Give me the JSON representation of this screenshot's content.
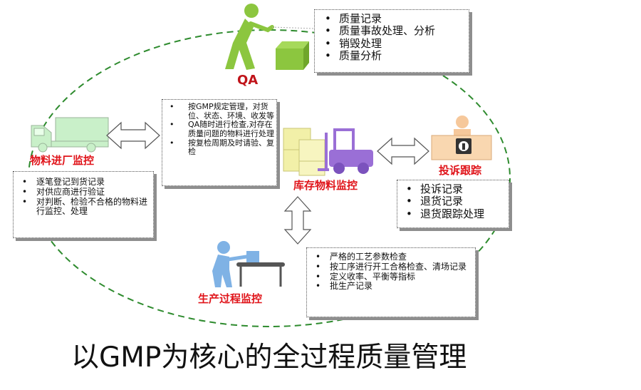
{
  "qa": {
    "label": "QA",
    "items": [
      "质量记录",
      "质量事故处理、分析",
      "销毁处理",
      "质量分析"
    ]
  },
  "incoming": {
    "label": "物料进厂监控",
    "items": [
      "逐笔登记到货记录",
      "对供应商进行验证",
      "对判断、检验不合格的物料进行监控、处理"
    ]
  },
  "storage": {
    "label": "库存物料监控",
    "items": [
      "按GMP规定管理，对货位、状态、环境、收发等",
      "QA随时进行检查,对存在质量问题的物料进行处理",
      "按复检周期及时请验、复检"
    ]
  },
  "complaint": {
    "label": "投诉跟踪",
    "items": [
      "投诉记录",
      "退货记录",
      "退货跟踪处理"
    ]
  },
  "production": {
    "label": "生产过程监控",
    "items": [
      "严格的工艺参数检查",
      "按工序进行开工合格检查、清场记录",
      "定义收率、平衡等指标",
      "批生产记录"
    ]
  },
  "title": "以GMP为核心的全过程质量管理",
  "colors": {
    "accent_red": "#e0141a",
    "figure_green": "#8cc63f",
    "truck_green": "#c9f0c9",
    "forklift_purple": "#9a6fd6",
    "worker_blue": "#7fb2e5",
    "ellipse_green": "#2e8b2e"
  }
}
